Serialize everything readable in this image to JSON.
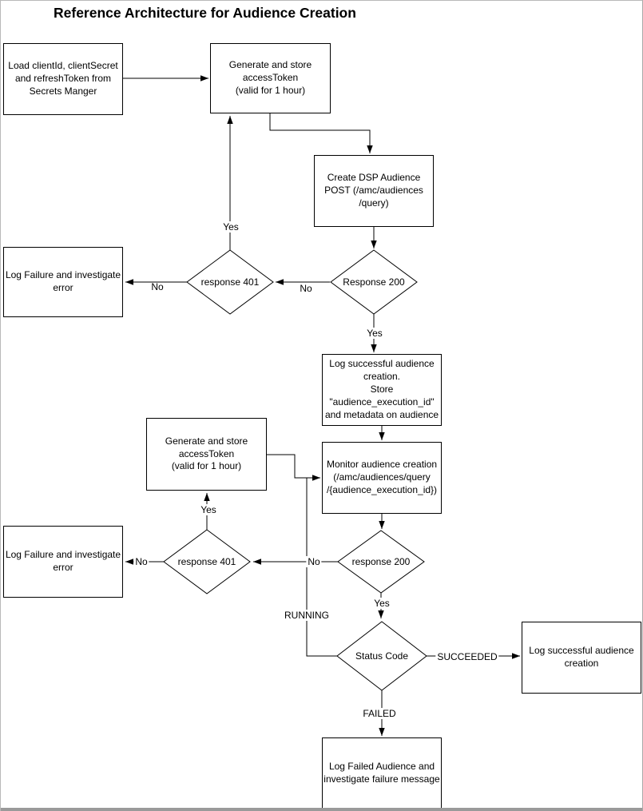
{
  "title": "Reference Architecture for Audience Creation",
  "nodes": {
    "load_secrets": {
      "label": "Load clientId, clientSecret\nand refreshToken from\nSecrets Manger"
    },
    "gen_token_1": {
      "label": "Generate and store\naccessToken\n(valid for 1 hour)"
    },
    "create_dsp": {
      "label": "Create DSP Audience\nPOST (/amc/audiences\n/query)"
    },
    "log_failure_1": {
      "label": "Log Failure and investigate\nerror"
    },
    "log_success_store": {
      "label": "Log successful audience\ncreation.\nStore\n\"audience_execution_id\"\nand metadata on audience"
    },
    "gen_token_2": {
      "label": "Generate and store\naccessToken\n(valid for 1 hour)"
    },
    "monitor": {
      "label": "Monitor audience creation\n(/amc/audiences/query\n/{audience_execution_id})"
    },
    "log_failure_2": {
      "label": "Log Failure and investigate\nerror"
    },
    "log_success_2": {
      "label": "Log successful audience\ncreation"
    },
    "log_failed": {
      "label": "Log Failed Audience and\ninvestigate failure message"
    }
  },
  "decisions": {
    "response_200_1": {
      "label": "Response 200"
    },
    "response_401_1": {
      "label": "response 401"
    },
    "response_200_2": {
      "label": "response 200"
    },
    "response_401_2": {
      "label": "response 401"
    },
    "status_code": {
      "label": "Status Code"
    }
  },
  "edge_labels": {
    "yes_401_up_1": "Yes",
    "no_200_to_401_1": "No",
    "no_401_out_1": "No",
    "yes_200_down_1": "Yes",
    "yes_401_up_2": "Yes",
    "no_200_to_401_2": "No",
    "no_401_out_2": "No",
    "yes_200_down_2": "Yes",
    "running": "RUNNING",
    "succeeded": "SUCCEEDED",
    "failed": "FAILED"
  },
  "colors": {
    "stroke": "#000000",
    "node_fill": "#ffffff",
    "frame_border": "#b9b9b9",
    "frame_bottom_bar": "#9a9a9a",
    "background": "#ffffff"
  }
}
